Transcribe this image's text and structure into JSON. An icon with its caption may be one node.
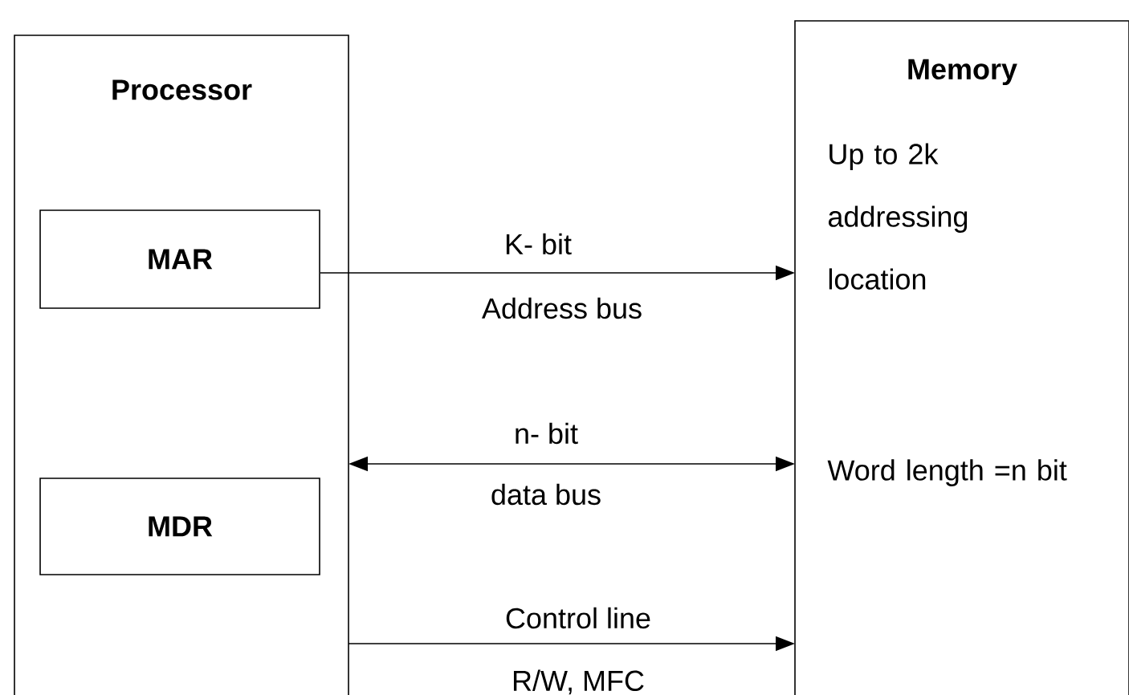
{
  "diagram": {
    "nodes": [
      {
        "text": [
          "Processor"
        ]
      },
      {
        "text": [
          "MAR"
        ],
        "in": 0
      },
      {
        "text": [
          "MDR"
        ],
        "in": 0
      },
      {
        "text": [
          "Memory",
          "Up to 2k addressing location",
          "Word length =n bit"
        ]
      }
    ],
    "edges": [
      {
        "from": 1,
        "to": 3,
        "arrow": "to",
        "label": "K- bit"
      },
      {
        "from": 3,
        "to": 0,
        "arrow": "both",
        "label": "n- bit"
      },
      {
        "from": 0,
        "to": 3,
        "arrow": "to",
        "label": "Control line"
      }
    ],
    "labels": [
      "Address bus",
      "data bus",
      "R/W, MFC"
    ]
  }
}
